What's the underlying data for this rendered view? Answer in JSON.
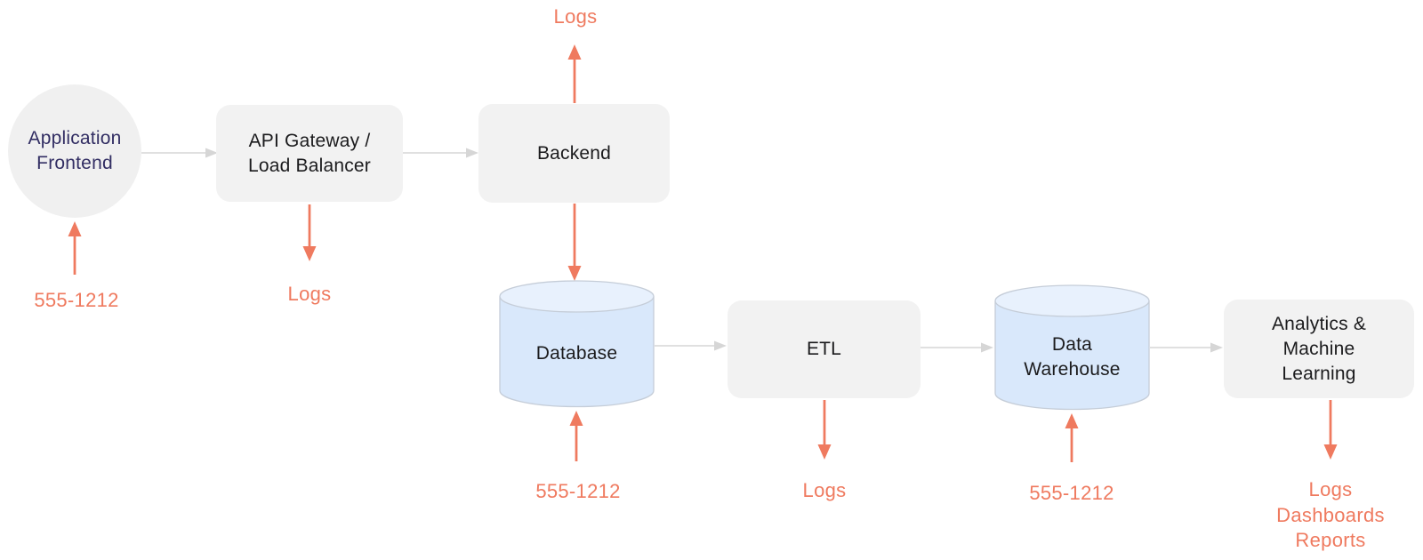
{
  "colors": {
    "background": "#ffffff",
    "accent": "#ef7a5f",
    "node_fill": "#f2f2f2",
    "circle_fill": "#f0f0f0",
    "cylinder_fill": "#d9e8fb",
    "cylinder_top": "#e8f1fd",
    "cylinder_stroke": "#c5cdd8",
    "connector": "#d6d6d6",
    "node_text": "#1b1b1d",
    "frontend_text": "#322e63"
  },
  "nodes": {
    "frontend": {
      "lines": [
        "Application",
        "Frontend"
      ]
    },
    "api_gateway": {
      "lines": [
        "API Gateway /",
        "Load Balancer"
      ]
    },
    "backend": {
      "label": "Backend"
    },
    "database": {
      "label": "Database"
    },
    "etl": {
      "label": "ETL"
    },
    "data_warehouse": {
      "lines": [
        "Data",
        "Warehouse"
      ]
    },
    "analytics": {
      "lines": [
        "Analytics &",
        "Machine",
        "Learning"
      ]
    }
  },
  "annotations": {
    "frontend_input": "555-1212",
    "api_gateway_logs": "Logs",
    "backend_logs": "Logs",
    "database_input": "555-1212",
    "etl_logs": "Logs",
    "warehouse_input": "555-1212",
    "analytics_outputs": [
      "Logs",
      "Dashboards",
      "Reports"
    ]
  }
}
